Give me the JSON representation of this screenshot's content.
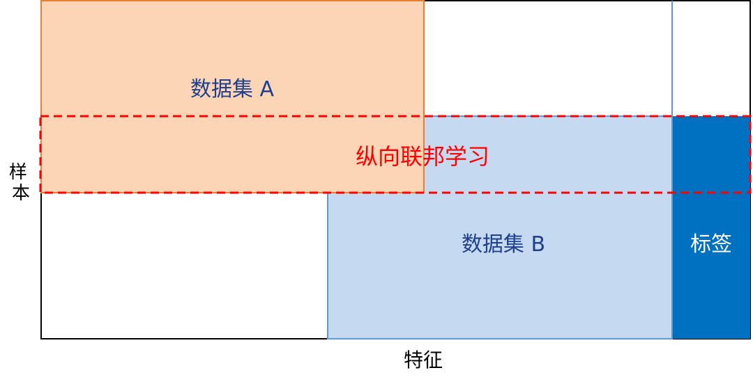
{
  "labels": {
    "dataset_a": "数据集 A",
    "dataset_b": "数据集 B",
    "vertical_fl": "纵向联邦学习",
    "label_column": "标签",
    "y_axis": "样本",
    "x_axis": "特征"
  },
  "colors": {
    "dataset_a_fill": "#FBD5B5",
    "dataset_a_stroke": "#ED7D31",
    "dataset_b_fill": "#C5D9F1",
    "dataset_b_stroke": "#5B9BD5",
    "label_fill": "#0070C0",
    "label_text": "#FFFFFF",
    "dataset_text": "#1F3F8F",
    "federated_dash": "#FF0000",
    "frame": "#000000"
  }
}
